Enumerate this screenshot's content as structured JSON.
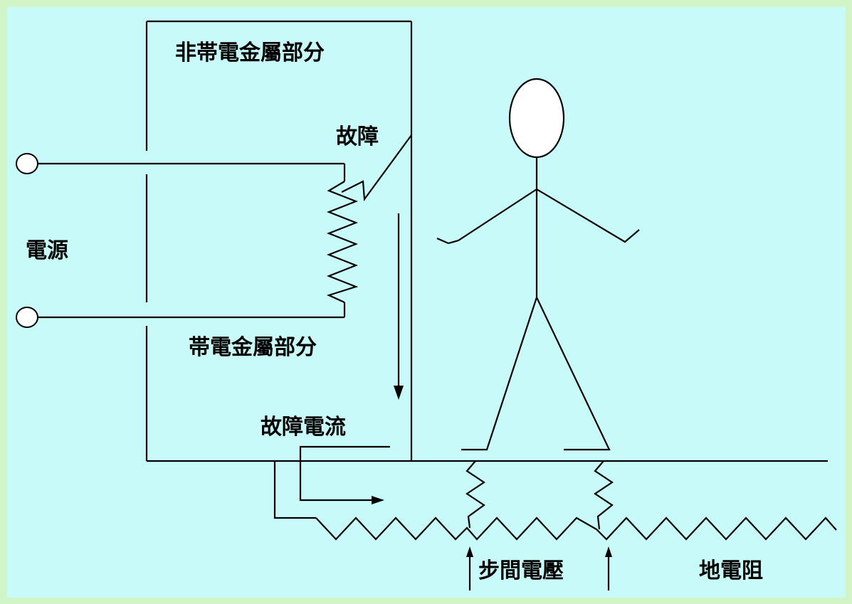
{
  "labels": {
    "non_live_metal": "非帯電金屬部分",
    "fault": "故障",
    "power_source": "電源",
    "live_metal": "帯電金屬部分",
    "fault_current": "故障電流",
    "step_voltage": "步間電壓",
    "earth_resistance": "地電阻"
  },
  "colors": {
    "background": "#c8fafa",
    "border": "#d2f5c8",
    "line": "#000000",
    "head_fill": "#ffffff"
  }
}
